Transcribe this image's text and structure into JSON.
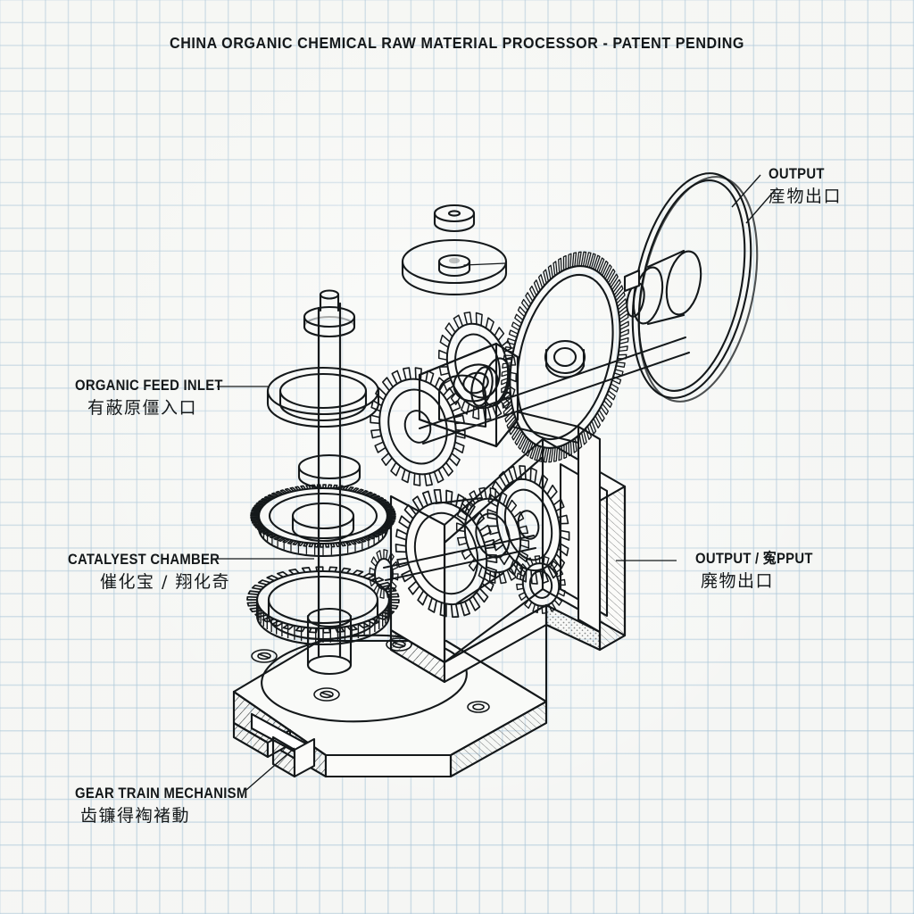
{
  "document": {
    "title": "CHINA ORGANIC CHEMICAL RAW MATERIAL PROCESSOR - PATENT PENDING",
    "media": "blue-grid-graph-paper",
    "drawing_style": "isometric-exploded-technical-line-drawing",
    "ink_color": "#14181a",
    "grid_color": "#96b9d2",
    "paper_color": "#f7f8f6"
  },
  "callouts": {
    "organic_feed_inlet": {
      "en": "ORGANIC FEED INLET",
      "cjk": "有蔽原僵入口"
    },
    "catalyst_chamber": {
      "en": "CATALYEST CHAMBER",
      "cjk": "催化宝 / 翔化奇"
    },
    "gear_train": {
      "en": "GEAR TRAIN MECHANISM",
      "cjk": "齿镰得裪褚動"
    },
    "output_top": {
      "en": "OUTPUT",
      "cjk": "産物出口"
    },
    "output_right": {
      "en": "OUTPUT / 寃PPUT",
      "cjk": "廃物出口"
    }
  }
}
